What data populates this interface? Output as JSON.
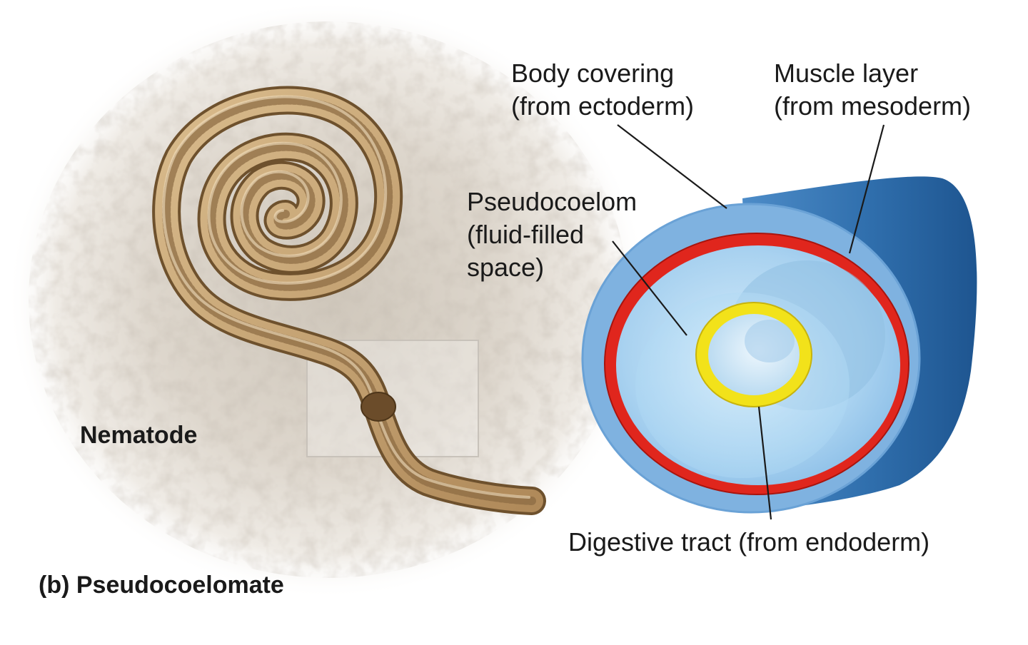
{
  "figure": {
    "caption": "(b) Pseudocoelomate",
    "organism_label": "Nematode",
    "labels": {
      "body_covering": [
        "Body covering",
        "(from ectoderm)"
      ],
      "muscle_layer": [
        "Muscle layer",
        "(from mesoderm)"
      ],
      "pseudocoelom": [
        "Pseudocoelom",
        "(fluid-filled",
        "space)"
      ],
      "digestive_tract": "Digestive tract (from endoderm)"
    },
    "colors": {
      "body_covering": "#7fb2e0",
      "body_side": "#2b6aa8",
      "muscle_layer": "#e0261d",
      "pseudocoelom": "#b9def5",
      "digestive_tract": "#f2e21a",
      "worm": "#c9a877",
      "worm_dark": "#7a5a34",
      "ground": "#d8d2c8"
    }
  }
}
